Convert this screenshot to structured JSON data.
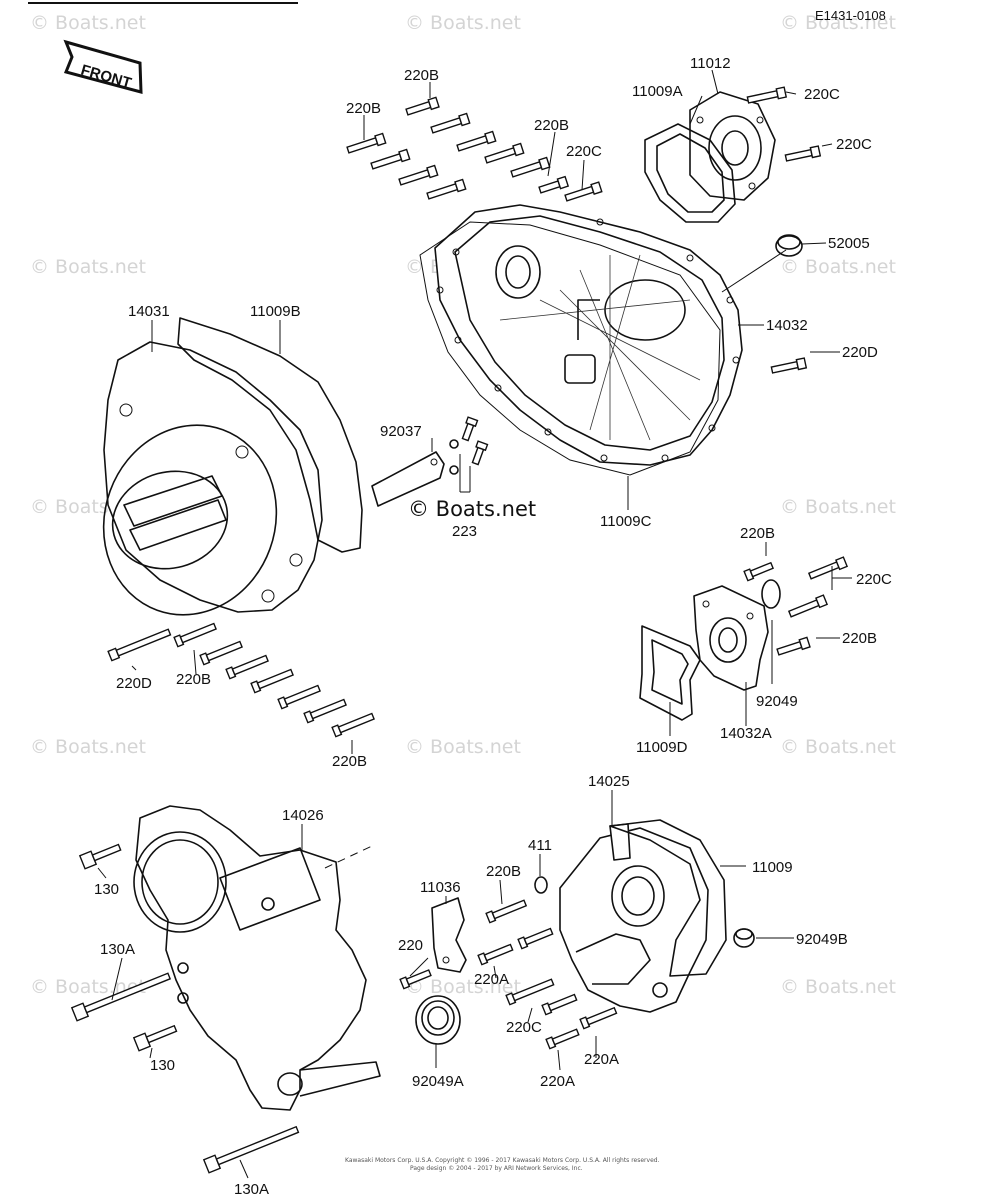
{
  "header": {
    "diagram_code": "E1431-0108",
    "front_arrow": "FRONT"
  },
  "watermark": {
    "text": "© Boats.net",
    "center_text": "© Boats.net"
  },
  "labels": {
    "l_220b_1": "220B",
    "l_220b_2": "220B",
    "l_220b_3": "220B",
    "l_220c_1": "220C",
    "l_11012": "11012",
    "l_11009a": "11009A",
    "l_220c_2": "220C",
    "l_220c_3": "220C",
    "l_52005": "52005",
    "l_14032": "14032",
    "l_220d_1": "220D",
    "l_14031": "14031",
    "l_11009b": "11009B",
    "l_92037": "92037",
    "l_223": "223",
    "l_11009c": "11009C",
    "l_220b_4": "220B",
    "l_220c_4": "220C",
    "l_220b_5": "220B",
    "l_92049": "92049",
    "l_14032a": "14032A",
    "l_11009d": "11009D",
    "l_220d_2": "220D",
    "l_220b_6": "220B",
    "l_220b_7": "220B",
    "l_14026": "14026",
    "l_130_1": "130",
    "l_130a_1": "130A",
    "l_130_2": "130",
    "l_130a_2": "130A",
    "l_14025": "14025",
    "l_411": "411",
    "l_220b_8": "220B",
    "l_11036": "11036",
    "l_11009": "11009",
    "l_220": "220",
    "l_220a_1": "220A",
    "l_92049b": "92049B",
    "l_220c_5": "220C",
    "l_220a_2": "220A",
    "l_220a_3": "220A",
    "l_92049a": "92049A"
  },
  "footer": {
    "copyright_1": "Kawasaki Motors Corp. U.S.A. Copyright © 1996 - 2017 Kawasaki Motors Corp. U.S.A. All rights reserved.",
    "copyright_2": "Page design © 2004 - 2017 by ARI Network Services, Inc."
  }
}
